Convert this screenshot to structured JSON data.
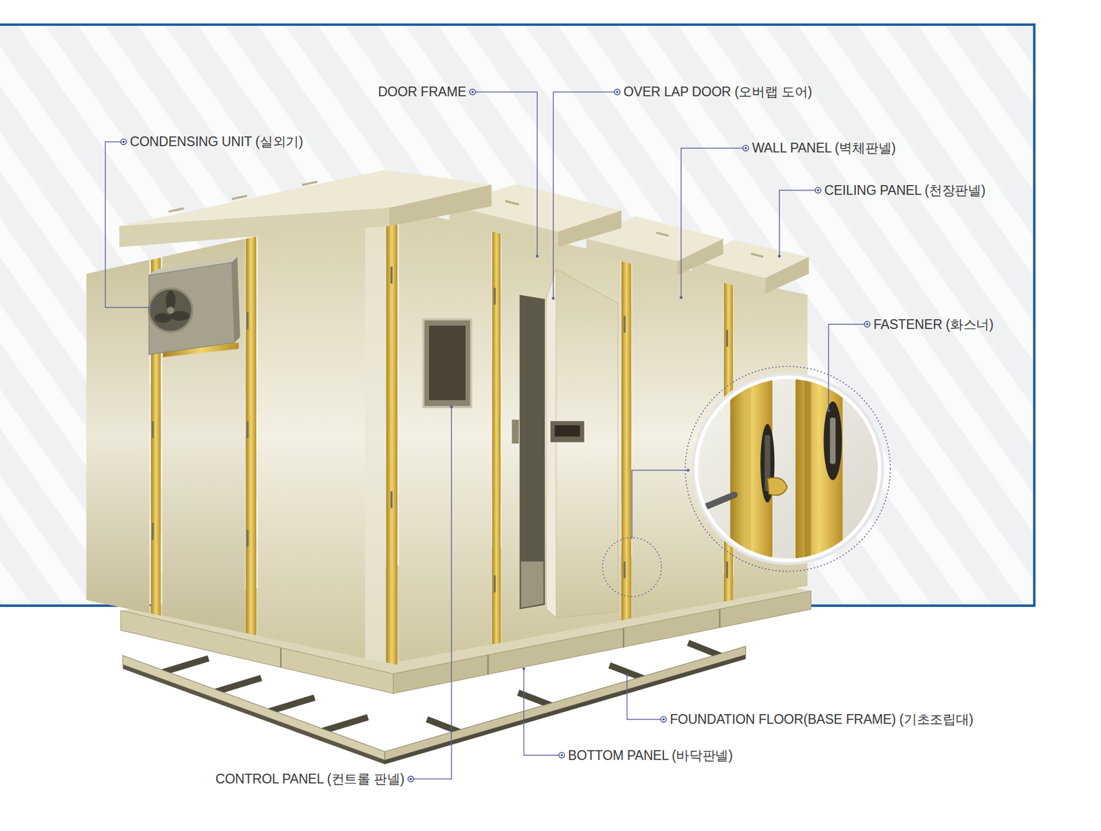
{
  "diagram": {
    "labels": [
      "DOOR FRAME",
      "OVER LAP DOOR (오버랩 도어)",
      "CONDENSING UNIT (실외기)",
      "WALL PANEL (벽체판넬)",
      "CEILING PANEL (천장판넬)",
      "FASTENER (화스너)",
      "FOUNDATION FLOOR(BASE FRAME) (기초조립대)",
      "BOTTOM PANEL (바닥판넬)",
      "CONTROL PANEL (컨트롤 판넬)"
    ]
  }
}
